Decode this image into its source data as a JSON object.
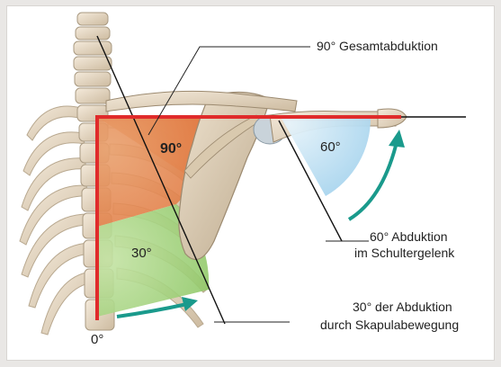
{
  "labels": {
    "total_abduction": "90° Gesamtabduktion",
    "shoulder_joint_line1": "60° Abduktion",
    "shoulder_joint_line2": "im Schultergelenk",
    "scapula_line1": "30° der Abduktion",
    "scapula_line2": "durch Skapulabewegung",
    "sector_90": "90°",
    "sector_30": "30°",
    "sector_60": "60°",
    "origin_0": "0°"
  },
  "colors": {
    "frame_background": "#e9e7e5",
    "panel_background": "#ffffff",
    "axis_red": "#e02b2b",
    "sector_90_fill": "#e68a55",
    "sector_30_fill": "#9fd07a",
    "sector_60_fill": "#bfe0f2",
    "arrow_teal": "#1a9a8c",
    "bone": "#e9dcc8",
    "bone_shadow": "#bfae95"
  }
}
